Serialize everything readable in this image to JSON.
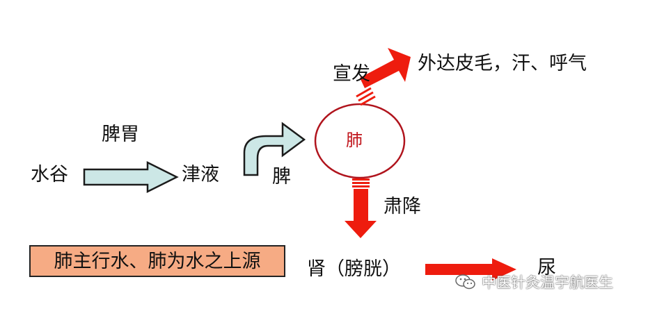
{
  "labels": {
    "spleen_stomach": "脾胃",
    "water_grain": "水谷",
    "body_fluid": "津液",
    "spleen": "脾",
    "lung": "肺",
    "disperse": "宣发",
    "out_result": "外达皮毛，汗、呼气",
    "descend": "肃降",
    "kidney_bladder": "肾（膀胱）",
    "urine": "尿"
  },
  "summary": "肺主行水、肺为水之上源",
  "watermark": "中医针灸温宇航医生",
  "colors": {
    "blue_arrow_fill": "#cce7e6",
    "red_arrow": "#ee1c0e",
    "lung_outline": "#b0141d",
    "lung_text": "#c0141b",
    "summary_box": "#f6ab84",
    "text": "#111111"
  }
}
